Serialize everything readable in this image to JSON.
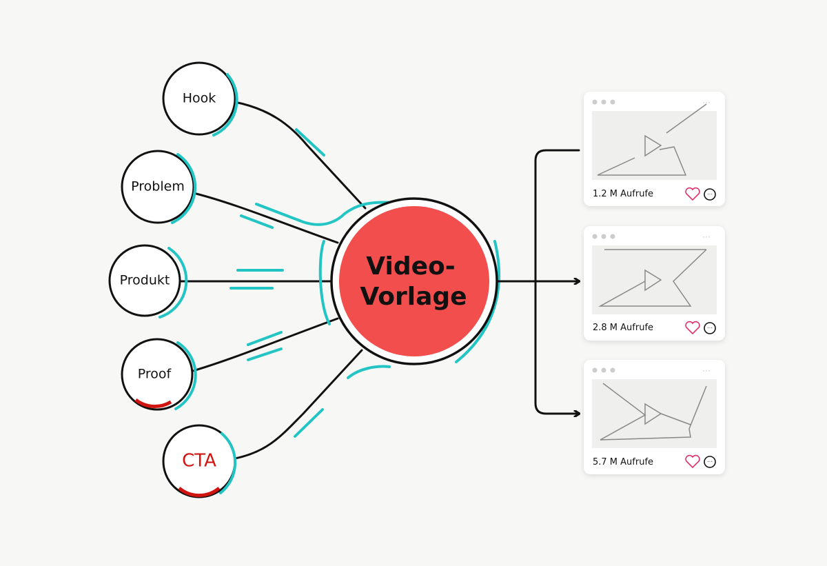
{
  "diagram": {
    "inputs": [
      {
        "label": "Hook"
      },
      {
        "label": "Problem"
      },
      {
        "label": "Produkt"
      },
      {
        "label": "Proof"
      },
      {
        "label": "CTA"
      }
    ],
    "center": {
      "line1": "Video-",
      "line2": "Vorlage",
      "color": "#f24e4e"
    },
    "outputs": [
      {
        "views": "1.2 M Aufrufe"
      },
      {
        "views": "2.8 M Aufrufe"
      },
      {
        "views": "5.7 M Aufrufe"
      }
    ],
    "colors": {
      "accent": "#22c4c4",
      "cta": "#d0140f",
      "heart": "#e0306a"
    }
  }
}
